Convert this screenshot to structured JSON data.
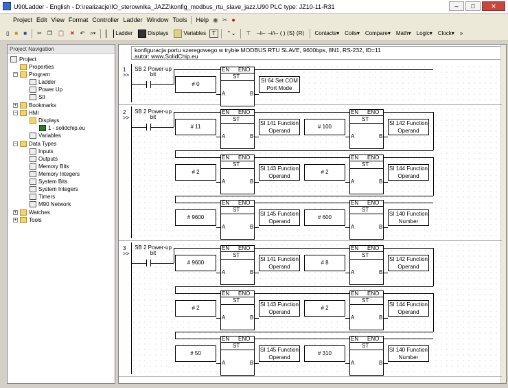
{
  "window": {
    "title": "U90Ladder - English - D:\\realizacje\\IO_sterownika_JAZZ\\konfig_modbus_rtu_slave_jazz.U90   PLC type: JZ10-11-R31",
    "min": "–",
    "max": "□",
    "close": "✕"
  },
  "menu": [
    "Project",
    "Edit",
    "View",
    "Format",
    "Controller",
    "Ladder",
    "Window",
    "Tools",
    "Help"
  ],
  "toolbar": {
    "ladder": "Ladder",
    "displays": "Displays",
    "variables": "Variables",
    "contacts": "Contacts",
    "coils": "Coils",
    "compare": "Compare",
    "math": "Math",
    "logic": "Logic",
    "clock": "Clock"
  },
  "nav": {
    "title": "Project Navigation",
    "items": [
      "Project",
      "Properties",
      "Program",
      "Ladder",
      "Power Up",
      "Stl",
      "Bookmarks",
      "HMI",
      "Displays",
      "1 - solidchip.eu",
      "Variables",
      "Data Types",
      "Inputs",
      "Outputs",
      "Memory Bits",
      "Memory Integers",
      "System Bits",
      "System Integers",
      "Timers",
      "M90 Network",
      "Watches",
      "Tools"
    ]
  },
  "editor": {
    "comment_line1": "konfiguracja portu szeregowego w trybie MODBUS RTU SLAVE, 9600bps, 8N1, RS-232, ID=11",
    "comment_line2": "autor: www.SolidChip.eu",
    "arrow": ">>",
    "power_up_label": "SB 2  Power-up",
    "power_up_label2": "bit",
    "fb": {
      "en": "EN",
      "eno": "ENO",
      "st": "ST",
      "a": "A",
      "b": "B"
    },
    "rungs": [
      {
        "num": "1",
        "rows": [
          [
            {
              "in": "# 0",
              "out": "SI 64 Set COM Port Mode"
            }
          ]
        ]
      },
      {
        "num": "2",
        "rows": [
          [
            {
              "in": "# 11",
              "out": "SI 141 Function Operand"
            },
            {
              "in": "# 100",
              "out": "SI 142 Function Operand"
            }
          ],
          [
            {
              "in": "# 2",
              "out": "SI 143 Function Operand"
            },
            {
              "in": "# 2",
              "out": "SI 144 Function Operand"
            }
          ],
          [
            {
              "in": "# 9600",
              "out": "SI 145 Function Operand"
            },
            {
              "in": "# 600",
              "out": "SI 140 Function Number"
            }
          ]
        ]
      },
      {
        "num": "3",
        "rows": [
          [
            {
              "in": "# 9600",
              "out": "SI 141 Function Operand"
            },
            {
              "in": "# 8",
              "out": "SI 142 Function Operand"
            }
          ],
          [
            {
              "in": "# 2",
              "out": "SI 143 Function Operand"
            },
            {
              "in": "# 2",
              "out": "SI 144 Function Operand"
            }
          ],
          [
            {
              "in": "# 50",
              "out": "SI 145 Function Operand"
            },
            {
              "in": "# 310",
              "out": "SI 140 Function Number"
            }
          ]
        ]
      }
    ]
  }
}
